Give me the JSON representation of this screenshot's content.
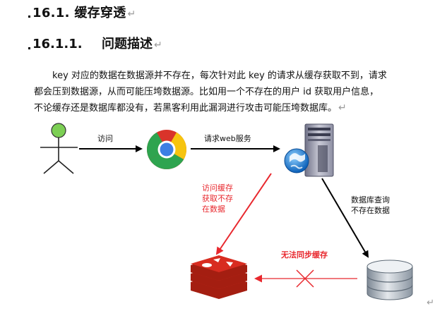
{
  "heading1": {
    "number": "16.1.",
    "title": "缓存穿透"
  },
  "heading2": {
    "number": "16.1.1.",
    "title": "问题描述"
  },
  "paragraph": {
    "line1": "key 对应的数据在数据源并不存在，每次针对此 key 的请求从缓存获取不到，请求",
    "line2": "都会压到数据源，从而可能压垮数据源。比如用一个不存在的用户  id  获取用户信息，",
    "line3": "不论缓存还是数据库都没有，若黑客利用此漏洞进行攻击可能压垮数据库。"
  },
  "paragraph_mark": "↵",
  "diagram": {
    "edge_visit": "访问",
    "edge_request": "请求web服务",
    "edge_cache_line1": "访问缓存",
    "edge_cache_line2": "获取不存",
    "edge_cache_line3": "在数据",
    "edge_db_line1": "数据库查询",
    "edge_db_line2": "不存在数据",
    "edge_sync": "无法同步缓存"
  },
  "colors": {
    "red": "#e8282e",
    "text": "#111111",
    "mark": "#9a9a9a"
  }
}
